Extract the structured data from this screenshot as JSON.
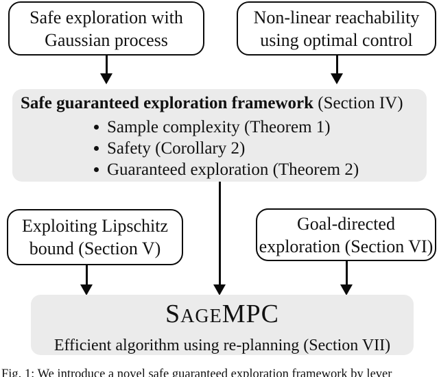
{
  "diagram": {
    "colors": {
      "background": "#ffffff",
      "panel_fill": "#ebebeb",
      "border": "#0a0a0a",
      "text": "#111111"
    },
    "nodes": {
      "safe_exploration": {
        "line1": "Safe exploration with",
        "line2": "Gaussian process"
      },
      "nonlinear_reachability": {
        "line1": "Non-linear reachability",
        "line2": "using optimal control"
      },
      "framework": {
        "title_bold": "Safe guaranteed exploration framework",
        "title_rest": " (Section IV)",
        "bullets": [
          "Sample complexity (Theorem 1)",
          "Safety (Corollary 2)",
          "Guaranteed exploration (Theorem 2)"
        ]
      },
      "lipschitz": {
        "line1": "Exploiting Lipschitz",
        "line2": "bound (Section V)"
      },
      "goal_directed": {
        "line1": "Goal-directed",
        "line2": "exploration (Section VI)"
      },
      "sagempc": {
        "title_s": "S",
        "title_age": "AGE",
        "title_mpc": "MPC",
        "subtitle": "Efficient algorithm using re-planning (Section VII)"
      }
    },
    "caption": "Fig. 1: We introduce a novel safe guaranteed exploration framework by lever"
  }
}
